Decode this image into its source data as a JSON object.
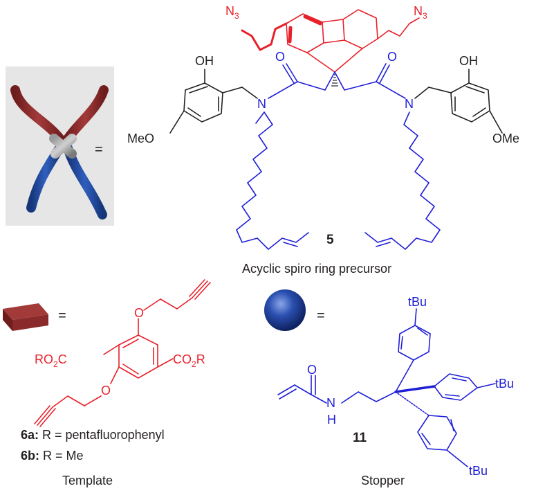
{
  "compound5": {
    "number": "5",
    "caption": "Acyclic spiro ring precursor",
    "azide_left": {
      "main": "N",
      "sub": "3"
    },
    "azide_right": {
      "main": "N",
      "sub": "3"
    },
    "oh_left": "OH",
    "oh_right": "OH",
    "o_left": "O",
    "o_right": "O",
    "n_left": "N",
    "n_right": "N",
    "meo_left": "MeO",
    "ome_right": "OMe"
  },
  "legend": {
    "equals_x": "=",
    "equals_template": "=",
    "equals_stopper": "="
  },
  "template": {
    "caption": "Template",
    "co2r_left": {
      "a": "RO",
      "sub": "2",
      "b": "C"
    },
    "co2r_right": {
      "a": "CO",
      "sub": "2",
      "b": "R"
    },
    "o_top": "O",
    "o_bottom": "O",
    "variant_a_label": "6a:",
    "variant_a_text": " R = pentafluorophenyl",
    "variant_b_label": "6b:",
    "variant_b_text": " R = Me"
  },
  "stopper": {
    "number": "11",
    "caption": "Stopper",
    "tbu_top": "tBu",
    "tbu_right": "tBu",
    "tbu_bottom": "tBu",
    "o": "O",
    "n": "N",
    "h": "H"
  },
  "colors": {
    "template_red": "#e8202a",
    "stopper_blue": "#1f1fd6",
    "bond_black": "#231f20",
    "gray_background": "#e6e6e6"
  }
}
